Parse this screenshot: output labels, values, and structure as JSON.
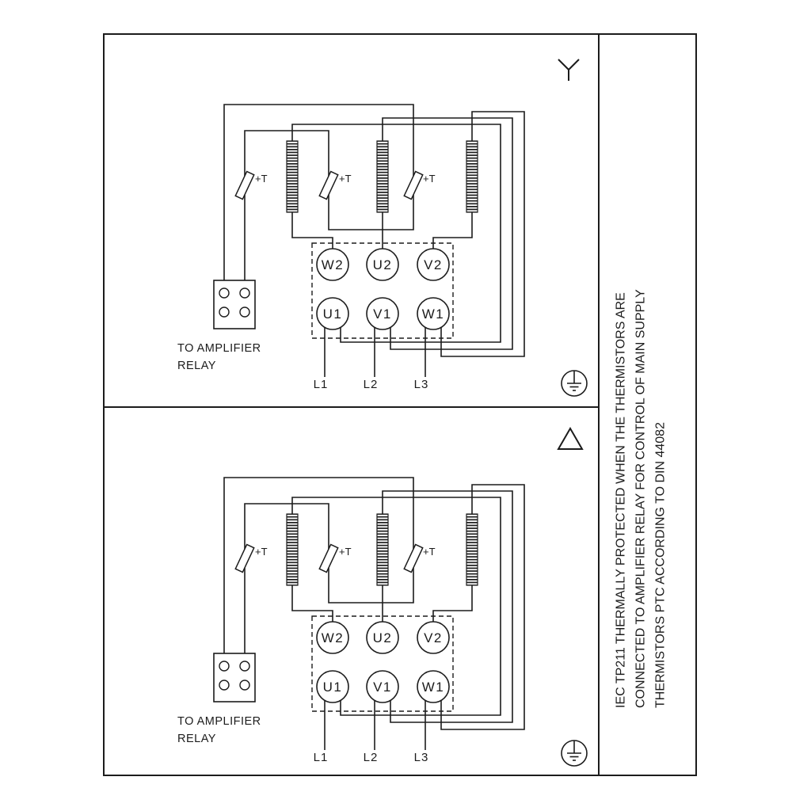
{
  "page": {
    "background": "#ffffff",
    "line_color": "#1c1c1c"
  },
  "side_note": {
    "lines": [
      "IEC TP211 THERMALLY PROTECTED WHEN THE THERMISTORS ARE",
      "CONNECTED TO AMPLIFIER RELAY FOR CONTROL OF MAIN SUPPLY",
      "THERMISTORS PTC ACCORDING TO DIN 44082"
    ]
  },
  "panels": [
    {
      "name": "star-connection",
      "symbol": "star",
      "thermistor_labels": [
        "+T",
        "+T",
        "+T"
      ],
      "terminals": {
        "top": [
          "W2",
          "U2",
          "V2"
        ],
        "bottom": [
          "U1",
          "V1",
          "W1"
        ]
      },
      "relay_caption": [
        "TO AMPLIFIER",
        "RELAY"
      ],
      "mains": [
        "L1",
        "L2",
        "L3"
      ]
    },
    {
      "name": "delta-connection",
      "symbol": "delta",
      "thermistor_labels": [
        "+T",
        "+T",
        "+T"
      ],
      "terminals": {
        "top": [
          "W2",
          "U2",
          "V2"
        ],
        "bottom": [
          "U1",
          "V1",
          "W1"
        ]
      },
      "relay_caption": [
        "TO AMPLIFIER",
        "RELAY"
      ],
      "mains": [
        "L1",
        "L2",
        "L3"
      ]
    }
  ]
}
